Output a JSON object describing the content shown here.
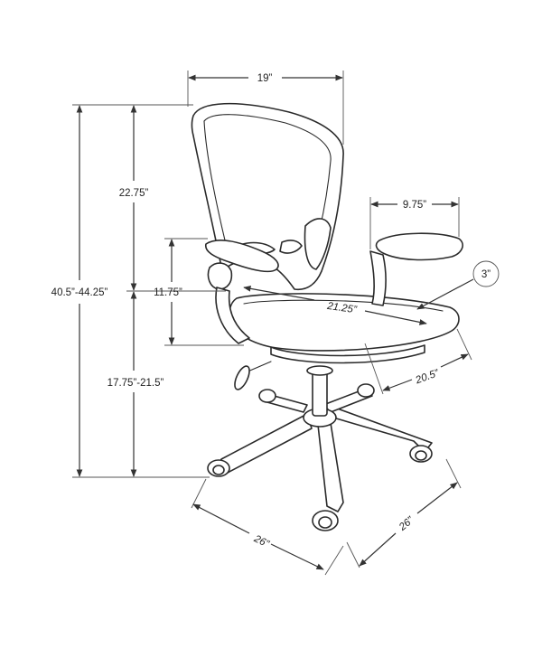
{
  "dimensions": {
    "overall_width": "19”",
    "armrest_width": "9.75”",
    "arm_pad_height": "3”",
    "backrest_height": "22.75”",
    "overall_height": "40.5”-44.25”",
    "arm_height": "11.75”",
    "seat_width": "21.25”",
    "seat_height": "17.75”-21.5”",
    "seat_depth": "20.5”",
    "base_width": "26”",
    "base_depth": "26”"
  }
}
